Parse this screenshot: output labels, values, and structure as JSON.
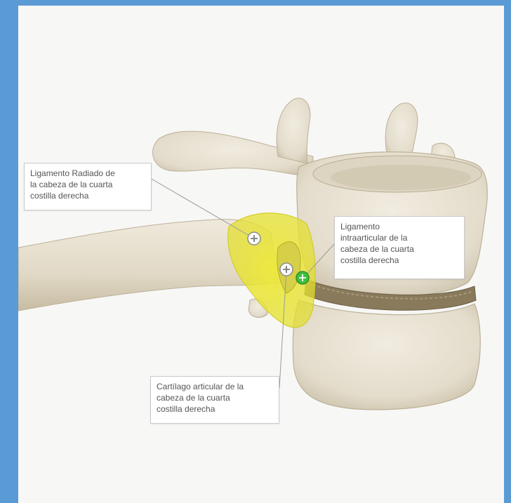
{
  "labels": {
    "radiado": [
      "Ligamento Radiado de",
      "la cabeza de la cuarta",
      "costilla derecha"
    ],
    "intraarticular": [
      "Ligamento",
      "intraarticular de la",
      "cabeza de la cuarta",
      "costilla derecha"
    ],
    "cartilago": [
      "Cartílago articular de la",
      "cabeza de la cuarta",
      "costilla derecha"
    ]
  },
  "colors": {
    "background": "#5b9bd5",
    "canvas": "#f7f7f6",
    "bone": "#e9e3d4",
    "bone_shadow": "#c8bfa9",
    "ligament_highlight": "#e4e02a",
    "marker_green": "#3fbf3f",
    "marker_gray": "#9a9a9a"
  },
  "icons": [
    "plus-marker-icon",
    "plus-marker-icon",
    "plus-marker-icon"
  ]
}
